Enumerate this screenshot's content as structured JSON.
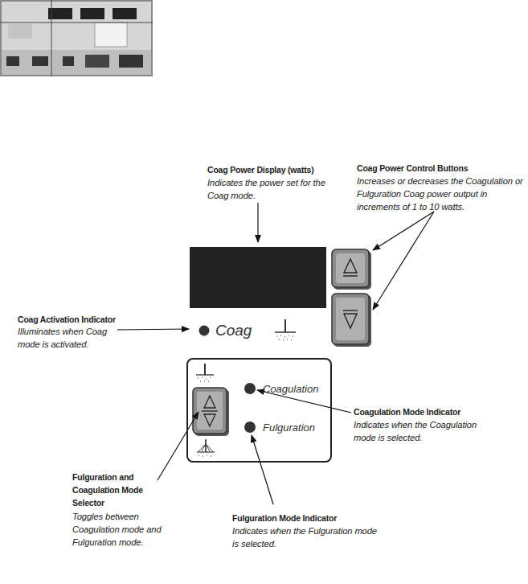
{
  "diagram": {
    "nodes": [
      {
        "text": [
          "Coagulation",
          "Fulguration"
        ]
      }
    ],
    "labels": [
      "Coag Power Display (watts)",
      "Indicates the power set for the Coag mode.",
      "Coag Power Control Buttons",
      "Increases or decreases the Coagulation or Fulguration Coag power output in increments of 1 to 10 watts.",
      "Coag Activation Indicator",
      "Illuminates when Coag mode is activated.",
      "Coag",
      "Coagulation Mode Indicator",
      "Indicates when the Coagulation mode is selected.",
      "Fulguration and Coagulation Mode Selector",
      "Toggles between Coagulation mode and Fulguration mode.",
      "Fulguration Mode Indicator",
      "Indicates when the Fulguration mode is selected."
    ]
  }
}
